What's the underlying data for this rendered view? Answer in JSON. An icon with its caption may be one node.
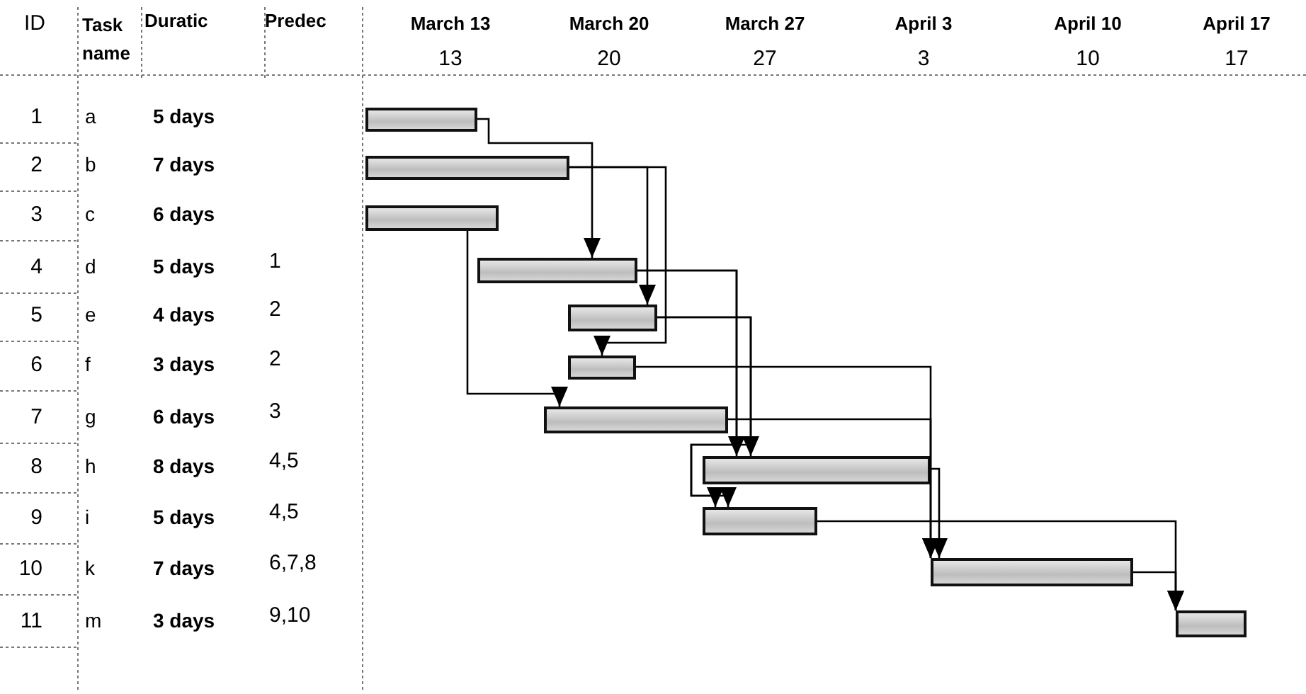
{
  "diagram": {
    "nodes": [
      {
        "text": [],
        "shape": "bar"
      },
      {
        "text": [],
        "shape": "bar"
      },
      {
        "text": [],
        "shape": "bar"
      },
      {
        "text": [],
        "shape": "bar"
      },
      {
        "text": [],
        "shape": "bar"
      },
      {
        "text": [],
        "shape": "bar"
      },
      {
        "text": [],
        "shape": "bar"
      },
      {
        "text": [],
        "shape": "bar"
      },
      {
        "text": [],
        "shape": "bar"
      },
      {
        "text": [],
        "shape": "bar"
      },
      {
        "text": [],
        "shape": "bar"
      }
    ],
    "edges": [
      {
        "from": 0,
        "to": 3,
        "arrow": "to"
      },
      {
        "from": 1,
        "to": 4,
        "arrow": "to"
      },
      {
        "from": 1,
        "to": 5,
        "arrow": "to"
      },
      {
        "from": 2,
        "to": 6,
        "arrow": "to"
      },
      {
        "from": 3,
        "to": 7,
        "arrow": "to"
      },
      {
        "from": 4,
        "to": 7,
        "arrow": "to"
      },
      {
        "from": 3,
        "to": 8,
        "arrow": "to"
      },
      {
        "from": 4,
        "to": 8,
        "arrow": "to"
      },
      {
        "from": 5,
        "to": 9,
        "arrow": "to"
      },
      {
        "from": 6,
        "to": 9,
        "arrow": "to"
      },
      {
        "from": 7,
        "to": 9,
        "arrow": "to"
      },
      {
        "from": 8,
        "to": 10,
        "arrow": "to"
      },
      {
        "from": 9,
        "to": 10,
        "arrow": "to"
      }
    ],
    "labels": [
      "ID",
      "Task name",
      "Duratic",
      "Predec",
      "March 13",
      "March 20",
      "March 27",
      "April 3",
      "April 10",
      "April 17",
      "13",
      "20",
      "27",
      "3",
      "10",
      "17",
      "1",
      "a",
      "5 days",
      "2",
      "b",
      "7 days",
      "3",
      "c",
      "6 days",
      "4",
      "d",
      "5 days",
      "1",
      "5",
      "e",
      "4 days",
      "2",
      "6",
      "f",
      "3 days",
      "2",
      "7",
      "g",
      "6 days",
      "3",
      "8",
      "h",
      "8 days",
      "4,5",
      "9",
      "i",
      "5 days",
      "4,5",
      "10",
      "k",
      "7 days",
      "6,7,8",
      "11",
      "m",
      "3 days",
      "9,10"
    ]
  }
}
